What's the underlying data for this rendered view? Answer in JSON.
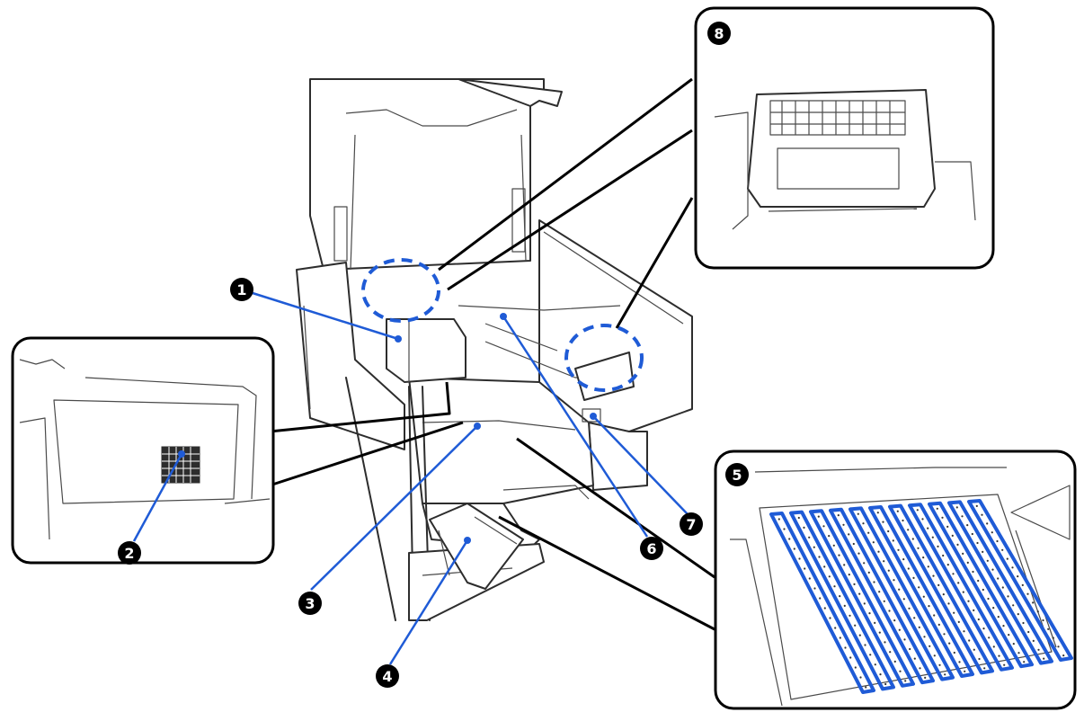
{
  "colors": {
    "accent": "#1f5bd6",
    "callout_fill": "#000000",
    "callout_text": "#ffffff",
    "line": "#2d2d2d"
  },
  "callouts": [
    {
      "id": "1",
      "label": "1"
    },
    {
      "id": "2",
      "label": "2"
    },
    {
      "id": "3",
      "label": "3"
    },
    {
      "id": "4",
      "label": "4"
    },
    {
      "id": "5",
      "label": "5"
    },
    {
      "id": "6",
      "label": "6"
    },
    {
      "id": "7",
      "label": "7"
    },
    {
      "id": "8",
      "label": "8"
    }
  ]
}
